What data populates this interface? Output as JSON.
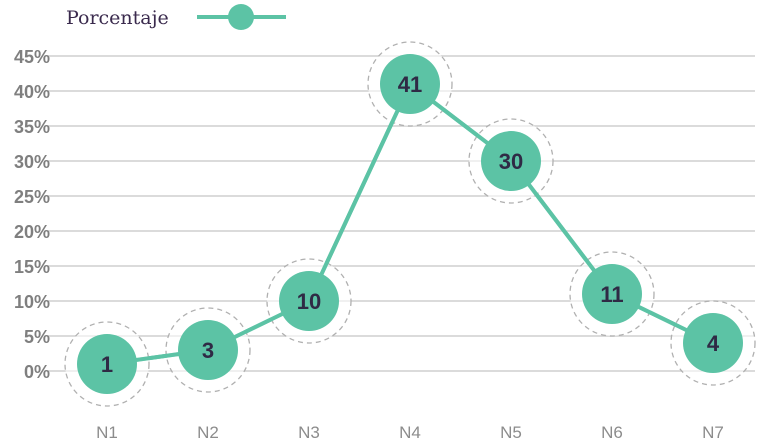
{
  "chart_data": {
    "type": "line",
    "categories": [
      "N1",
      "N2",
      "N3",
      "N4",
      "N5",
      "N6",
      "N7"
    ],
    "series": [
      {
        "name": "Porcentaje",
        "values": [
          1,
          3,
          10,
          41,
          30,
          11,
          4
        ]
      }
    ],
    "data_labels": [
      "1",
      "3",
      "10",
      "41",
      "30",
      "11",
      "4"
    ],
    "y_ticks": [
      "0%",
      "5%",
      "10%",
      "15%",
      "20%",
      "25%",
      "30%",
      "35%",
      "40%",
      "45%"
    ],
    "ylim": [
      0,
      45
    ],
    "grid": true,
    "legend_position": "top-left",
    "colors": {
      "series": "#5cc3a5",
      "grid": "#cfcfcf",
      "label_text": "#2f2a45",
      "tick_text": "#7f7f7f",
      "legend_text": "#3a2a4d"
    }
  }
}
